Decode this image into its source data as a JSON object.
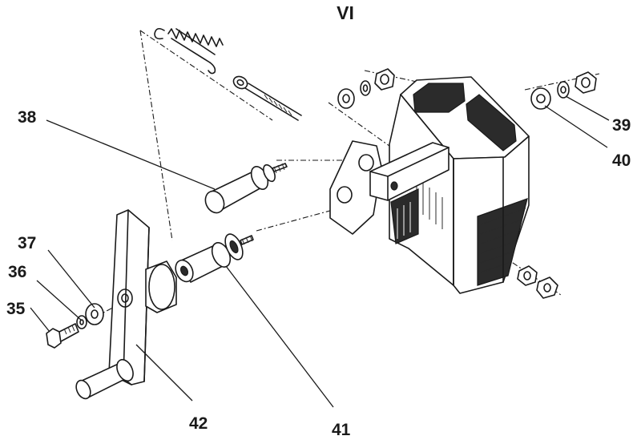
{
  "figure": {
    "title": "VI",
    "parts": [
      {
        "id": "35",
        "label": "35"
      },
      {
        "id": "36",
        "label": "36"
      },
      {
        "id": "37",
        "label": "37"
      },
      {
        "id": "38",
        "label": "38"
      },
      {
        "id": "39",
        "label": "39"
      },
      {
        "id": "40",
        "label": "40"
      },
      {
        "id": "41",
        "label": "41"
      },
      {
        "id": "42",
        "label": "42"
      }
    ]
  },
  "icons": {
    "spring": "tension-spring-icon",
    "nut": "hex-nut-icon",
    "washer": "washer-icon",
    "bolt": "bolt-icon"
  }
}
